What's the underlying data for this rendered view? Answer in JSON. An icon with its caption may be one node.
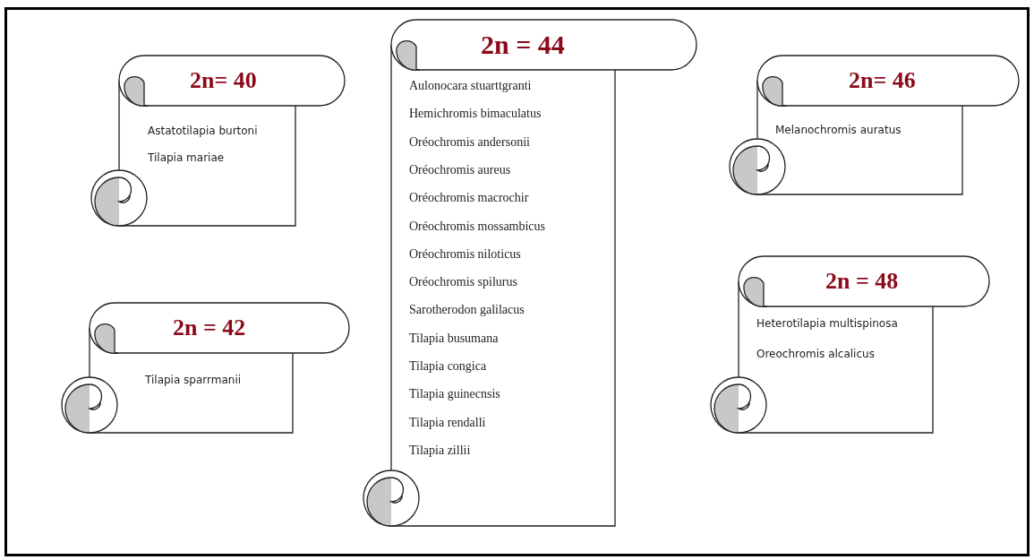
{
  "diagram": {
    "nodes": [
      {
        "text": [
          "2n= 40",
          "Astatotilapia burtoni",
          "Tilapia mariae"
        ]
      },
      {
        "text": [
          "2n = 42",
          "Tilapia sparrmanii"
        ]
      },
      {
        "text": [
          "2n = 44",
          "Aulonocara stuarttgranti",
          "Hemichromis bimaculatus",
          "Oréochromis andersonii",
          "Oréochromis aureus",
          "Oréochromis macrochir",
          "Oréochromis mossambicus",
          "Oréochromis niloticus",
          "Oréochromis spilurus",
          "Sarotherodon galilacus",
          "Tilapia busumana",
          "Tilapia congica",
          "Tilapia guinecnsis",
          "Tilapia rendalli",
          "Tilapia zillii"
        ]
      },
      {
        "text": [
          "2n= 46",
          "Melanochromis auratus"
        ]
      },
      {
        "text": [
          "2n = 48",
          "Heterotilapia multispinosa",
          "Oreochromis alcalicus"
        ]
      }
    ]
  }
}
